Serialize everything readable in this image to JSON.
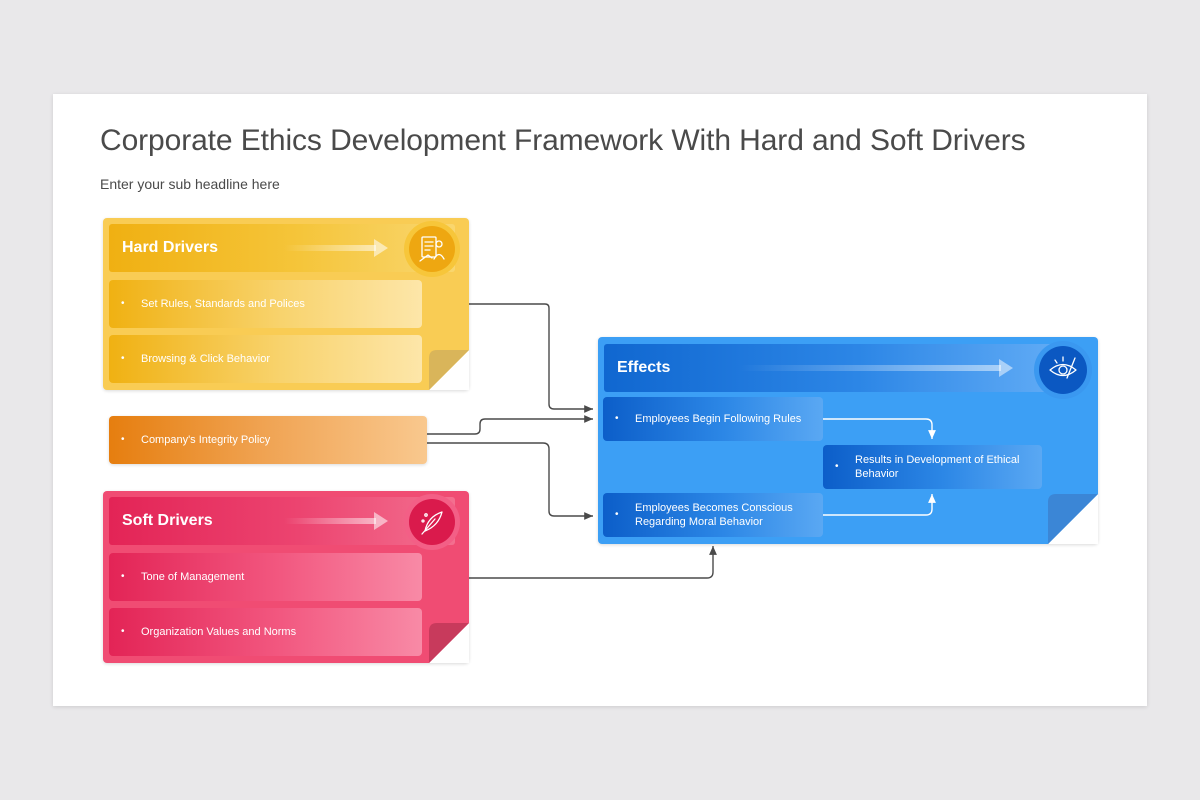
{
  "title": "Corporate Ethics Development Framework With Hard and Soft Drivers",
  "subtitle": "Enter your sub headline here",
  "hard_drivers": {
    "label": "Hard Drivers",
    "icon": "handshake-document-icon",
    "color": "#f9cc54",
    "items": [
      {
        "bullet": "•",
        "text": "Set Rules, Standards and Polices"
      },
      {
        "bullet": "•",
        "text": "Browsing & Click Behavior"
      }
    ]
  },
  "policy": {
    "bullet": "•",
    "text": "Company's Integrity Policy",
    "color": "#e67e0f"
  },
  "soft_drivers": {
    "label": "Soft Drivers",
    "icon": "feather-quill-icon",
    "color": "#f04c73",
    "items": [
      {
        "bullet": "•",
        "text": "Tone of Management"
      },
      {
        "bullet": "•",
        "text": "Organization Values and Norms"
      }
    ]
  },
  "effects": {
    "label": "Effects",
    "icon": "eye-pencil-icon",
    "color": "#3c9ff5",
    "items": [
      {
        "bullet": "•",
        "text": "Employees Begin Following Rules"
      },
      {
        "bullet": "•",
        "text": "Employees Becomes Conscious Regarding Moral Behavior"
      },
      {
        "bullet": "•",
        "text": "Results in Development of Ethical Behavior"
      }
    ]
  }
}
